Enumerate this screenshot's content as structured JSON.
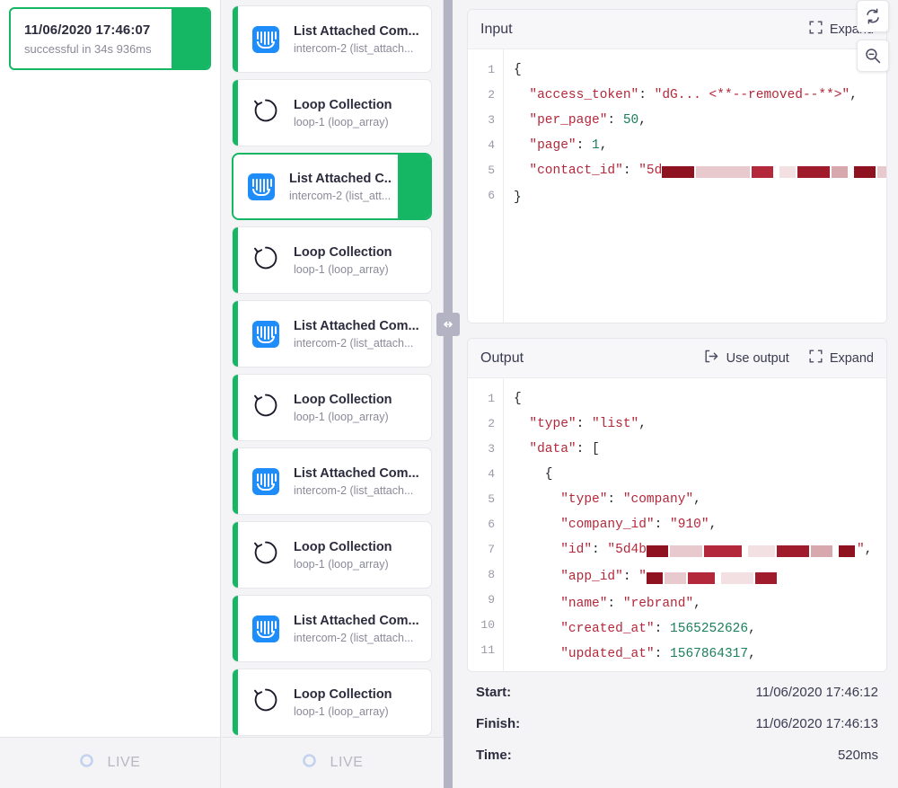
{
  "runs": {
    "items": [
      {
        "title": "11/06/2020 17:46:07",
        "status": "successful in 34s 936ms"
      }
    ]
  },
  "steps": {
    "items": [
      {
        "name": "List Attached Com...",
        "meta": "intercom-2 (list_attach...",
        "icon": "intercom-icon",
        "selected": false
      },
      {
        "name": "Loop Collection",
        "meta": "loop-1 (loop_array)",
        "icon": "loop-icon",
        "selected": false
      },
      {
        "name": "List Attached C...",
        "meta": "intercom-2 (list_att...",
        "icon": "intercom-icon",
        "selected": true
      },
      {
        "name": "Loop Collection",
        "meta": "loop-1 (loop_array)",
        "icon": "loop-icon",
        "selected": false
      },
      {
        "name": "List Attached Com...",
        "meta": "intercom-2 (list_attach...",
        "icon": "intercom-icon",
        "selected": false
      },
      {
        "name": "Loop Collection",
        "meta": "loop-1 (loop_array)",
        "icon": "loop-icon",
        "selected": false
      },
      {
        "name": "List Attached Com...",
        "meta": "intercom-2 (list_attach...",
        "icon": "intercom-icon",
        "selected": false
      },
      {
        "name": "Loop Collection",
        "meta": "loop-1 (loop_array)",
        "icon": "loop-icon",
        "selected": false
      },
      {
        "name": "List Attached Com...",
        "meta": "intercom-2 (list_attach...",
        "icon": "intercom-icon",
        "selected": false
      },
      {
        "name": "Loop Collection",
        "meta": "loop-1 (loop_array)",
        "icon": "loop-icon",
        "selected": false
      }
    ]
  },
  "input_panel": {
    "title": "Input",
    "expand_label": "Expand",
    "line_numbers": [
      "1",
      "2",
      "3",
      "4",
      "5",
      "6"
    ],
    "lines": [
      [
        {
          "t": "pun",
          "v": "{"
        }
      ],
      [
        {
          "t": "key",
          "v": "  \"access_token\""
        },
        {
          "t": "pun",
          "v": ": "
        },
        {
          "t": "str",
          "v": "\"dG... <**--removed--**>\""
        },
        {
          "t": "pun",
          "v": ","
        }
      ],
      [
        {
          "t": "key",
          "v": "  \"per_page\""
        },
        {
          "t": "pun",
          "v": ": "
        },
        {
          "t": "num",
          "v": "50"
        },
        {
          "t": "pun",
          "v": ","
        }
      ],
      [
        {
          "t": "key",
          "v": "  \"page\""
        },
        {
          "t": "pun",
          "v": ": "
        },
        {
          "t": "num",
          "v": "1"
        },
        {
          "t": "pun",
          "v": ","
        }
      ],
      [
        {
          "t": "key",
          "v": "  \"contact_id\""
        },
        {
          "t": "pun",
          "v": ": "
        },
        {
          "t": "str",
          "v": "\"5d"
        },
        {
          "t": "redact",
          "v": "6,10,4,3,6,3,4,3,3,5"
        },
        {
          "t": "str",
          "v": "\""
        }
      ],
      [
        {
          "t": "pun",
          "v": "}"
        }
      ]
    ]
  },
  "output_panel": {
    "title": "Output",
    "use_output_label": "Use output",
    "expand_label": "Expand",
    "line_numbers": [
      "1",
      "2",
      "3",
      "4",
      "5",
      "6",
      "7",
      "8",
      "9",
      "10",
      "11"
    ],
    "lines": [
      [
        {
          "t": "pun",
          "v": "{"
        }
      ],
      [
        {
          "t": "key",
          "v": "  \"type\""
        },
        {
          "t": "pun",
          "v": ": "
        },
        {
          "t": "str",
          "v": "\"list\""
        },
        {
          "t": "pun",
          "v": ","
        }
      ],
      [
        {
          "t": "key",
          "v": "  \"data\""
        },
        {
          "t": "pun",
          "v": ": ["
        }
      ],
      [
        {
          "t": "pun",
          "v": "    {"
        }
      ],
      [
        {
          "t": "key",
          "v": "      \"type\""
        },
        {
          "t": "pun",
          "v": ": "
        },
        {
          "t": "str",
          "v": "\"company\""
        },
        {
          "t": "pun",
          "v": ","
        }
      ],
      [
        {
          "t": "key",
          "v": "      \"company_id\""
        },
        {
          "t": "pun",
          "v": ": "
        },
        {
          "t": "str",
          "v": "\"910\""
        },
        {
          "t": "pun",
          "v": ","
        }
      ],
      [
        {
          "t": "key",
          "v": "      \"id\""
        },
        {
          "t": "pun",
          "v": ": "
        },
        {
          "t": "str",
          "v": "\"5d4b"
        },
        {
          "t": "redact",
          "v": "4,6,7,5,6,4,3"
        },
        {
          "t": "str",
          "v": "\""
        },
        {
          "t": "pun",
          "v": ","
        }
      ],
      [
        {
          "t": "key",
          "v": "      \"app_id\""
        },
        {
          "t": "pun",
          "v": ": "
        },
        {
          "t": "str",
          "v": "\""
        },
        {
          "t": "redact",
          "v": "3,4,5,6,4"
        }
      ],
      [
        {
          "t": "key",
          "v": "      \"name\""
        },
        {
          "t": "pun",
          "v": ": "
        },
        {
          "t": "str",
          "v": "\"rebrand\""
        },
        {
          "t": "pun",
          "v": ","
        }
      ],
      [
        {
          "t": "key",
          "v": "      \"created_at\""
        },
        {
          "t": "pun",
          "v": ": "
        },
        {
          "t": "num",
          "v": "1565252626"
        },
        {
          "t": "pun",
          "v": ","
        }
      ],
      [
        {
          "t": "key",
          "v": "      \"updated_at\""
        },
        {
          "t": "pun",
          "v": ": "
        },
        {
          "t": "num",
          "v": "1567864317"
        },
        {
          "t": "pun",
          "v": ","
        }
      ]
    ]
  },
  "stats": {
    "rows": [
      {
        "label": "Start:",
        "value": "11/06/2020 17:46:12"
      },
      {
        "label": "Finish:",
        "value": "11/06/2020 17:46:13"
      },
      {
        "label": "Time:",
        "value": "520ms"
      }
    ]
  },
  "footers": {
    "left_live_label": "LIVE",
    "mid_live_label": "LIVE"
  },
  "colors": {
    "success_green": "#15b764",
    "intercom_blue": "#1f8df9",
    "splitter": "#b3b3c4",
    "json_key_red": "#b3283a",
    "json_num_green": "#1a7f5a"
  }
}
